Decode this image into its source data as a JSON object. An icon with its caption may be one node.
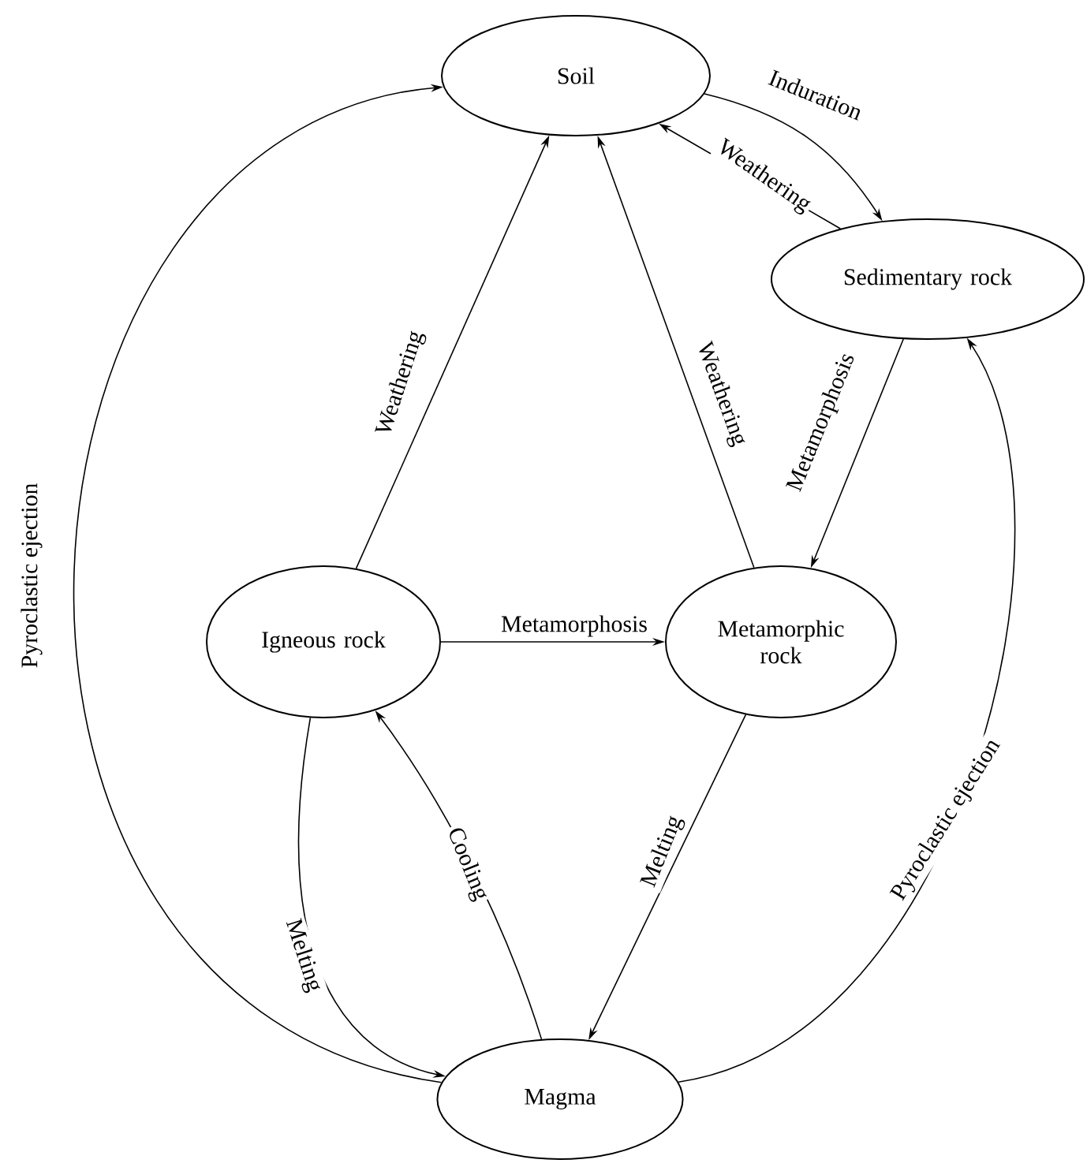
{
  "diagram": {
    "nodes": [
      {
        "text": [
          "Soil"
        ]
      },
      {
        "text": [
          "Sedimentary rock"
        ]
      },
      {
        "text": [
          "Igneous rock"
        ]
      },
      {
        "text": [
          "Metamorphic rock"
        ]
      },
      {
        "text": [
          "Magma"
        ]
      }
    ],
    "edges": [
      {
        "from": 0,
        "to": 1,
        "arrow": "to",
        "label": "Induration"
      },
      {
        "from": 1,
        "to": 0,
        "arrow": "to",
        "label": "Weathering"
      },
      {
        "from": 2,
        "to": 0,
        "arrow": "to",
        "label": "Weathering"
      },
      {
        "from": 3,
        "to": 0,
        "arrow": "to",
        "label": "Weathering"
      },
      {
        "from": 1,
        "to": 3,
        "arrow": "to",
        "label": "Metamorphosis"
      },
      {
        "from": 2,
        "to": 3,
        "arrow": "to",
        "label": "Metamorphosis"
      },
      {
        "from": 2,
        "to": 4,
        "arrow": "to",
        "label": "Melting"
      },
      {
        "from": 4,
        "to": 2,
        "arrow": "to",
        "label": "Cooling"
      },
      {
        "from": 3,
        "to": 4,
        "arrow": "to",
        "label": "Melting"
      },
      {
        "from": 4,
        "to": 0,
        "arrow": "to",
        "label": "Pyroclastic ejection"
      },
      {
        "from": 4,
        "to": 1,
        "arrow": "to",
        "label": "Pyroclastic ejection"
      }
    ]
  }
}
